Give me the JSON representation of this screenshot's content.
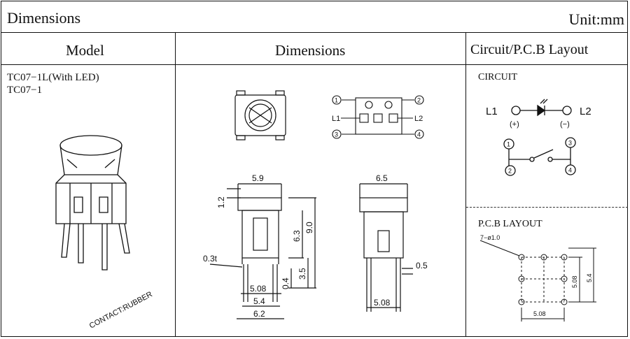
{
  "header": {
    "title": "Dimensions",
    "unit": "Unit:mm"
  },
  "columns": {
    "model": "Model",
    "dimensions": "Dimensions",
    "circuit": "Circuit/P.C.B Layout"
  },
  "model": {
    "line1": "TC07−1L(With LED)",
    "line2": "TC07−1",
    "contact": "CONTACT:RUBBER"
  },
  "pin_diagram": {
    "pin1": "1",
    "pin2": "2",
    "pin3": "3",
    "pin4": "4",
    "l1": "L1",
    "l2": "L2"
  },
  "front_view": {
    "w_top": "5.9",
    "h_cap": "1.2",
    "h_body": "6.3",
    "h_total": "9.0",
    "t_lead": "0.3t",
    "h_lead": "0.4",
    "h_pin": "3.5",
    "w_508": "5.08",
    "w_54": "5.4",
    "w_62": "6.2"
  },
  "side_view": {
    "w_top": "6.5",
    "t_lead": "0.5",
    "w_508": "5.08"
  },
  "circuit": {
    "heading": "CIRCUIT",
    "l1": "L1",
    "l2": "L2",
    "plus": "(+)",
    "minus": "(−)",
    "n1": "1",
    "n2": "2",
    "n3": "3",
    "n4": "4"
  },
  "pcb": {
    "heading": "P.C.B LAYOUT",
    "holes": "7−ø1.0",
    "dim_w": "5.08",
    "dim_h1": "5.08",
    "dim_h2": "5.4"
  }
}
